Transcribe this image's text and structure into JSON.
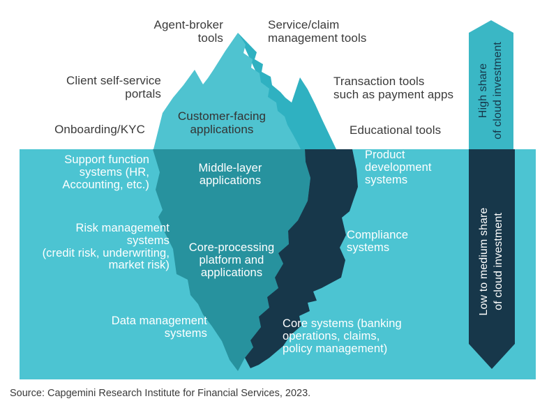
{
  "title": "Cloud investment iceberg diagram",
  "colors": {
    "water": "#4CC4D2",
    "iceberg_above_front": "#4FC3D0",
    "iceberg_above_back": "#2FB1C1",
    "iceberg_below": "#27929E",
    "iceberg_below_shadow": "#17374A",
    "arrow_high": "#3AB7C5",
    "arrow_low": "#17374A",
    "label_dark": "#3A3A3A",
    "label_light": "#FFFFFF"
  },
  "labels": {
    "agent_broker": {
      "text": "Agent-broker\ntools"
    },
    "service_claim": {
      "text": "Service/claim\nmanagement tools"
    },
    "client_portals": {
      "text": "Client self-service\nportals"
    },
    "transaction_tools": {
      "text": "Transaction tools\nsuch as payment apps"
    },
    "onboarding": {
      "text": "Onboarding/KYC"
    },
    "educational": {
      "text": "Educational tools"
    },
    "customer_facing": {
      "text": "Customer-facing\napplications"
    },
    "support_function": {
      "text": "Support function\nsystems (HR,\nAccounting, etc.)"
    },
    "middle_layer": {
      "text": "Middle-layer\napplications"
    },
    "product_development": {
      "text": "Product\ndevelopment\nsystems"
    },
    "risk_management": {
      "text": "Risk management systems\n(credit risk, underwriting,\nmarket risk)"
    },
    "compliance": {
      "text": "Compliance\nsystems"
    },
    "core_processing": {
      "text": "Core-processing\nplatform and\napplications"
    },
    "data_management": {
      "text": "Data management\nsystems"
    },
    "core_systems": {
      "text": "Core systems (banking\noperations, claims,\npolicy management)"
    }
  },
  "arrows": {
    "high": {
      "text": "High share\nof cloud investment"
    },
    "low": {
      "text": "Low to medium share\nof cloud investment"
    }
  },
  "source": {
    "text": "Source: Capgemini Research Institute for Financial Services, 2023."
  }
}
